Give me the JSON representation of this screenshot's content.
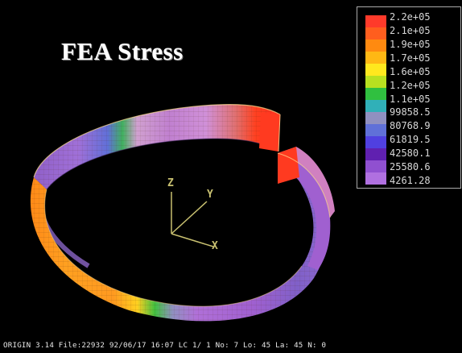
{
  "title": "FEA Stress",
  "legend": {
    "labels": [
      "2.2e+05",
      "2.1e+05",
      "1.9e+05",
      "1.7e+05",
      "1.6e+05",
      "1.2e+05",
      "1.1e+05",
      "99858.5",
      "80768.9",
      "61819.5",
      "42580.1",
      "25580.6",
      "4261.28"
    ],
    "colors": [
      "#ff3a2a",
      "#ff5e1e",
      "#ff8a10",
      "#ffb814",
      "#ffe81e",
      "#b8e020",
      "#30c040",
      "#30b0b8",
      "#9090c0",
      "#6070d8",
      "#5040e0",
      "#6020b0",
      "#9050d0",
      "#b070e0"
    ]
  },
  "axes": {
    "x": "X",
    "y": "Y",
    "z": "Z"
  },
  "status": "ORIGIN 3.14  File:22932 92/06/17 16:07   LC  1/  1 No: 7 Lo:  45 La:  45 N:  0"
}
